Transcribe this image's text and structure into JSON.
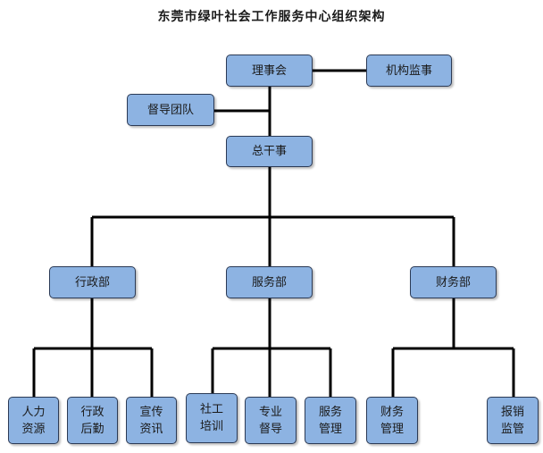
{
  "title": "东莞市绿叶社会工作服务中心组织架构",
  "nodes": {
    "board": "理事会",
    "supervisors": "机构监事",
    "supervision_team": "督导团队",
    "director": "总干事",
    "admin": "行政部",
    "service": "服务部",
    "finance": "财务部",
    "hr": [
      "人力",
      "资源"
    ],
    "logistics": [
      "行政",
      "后勤"
    ],
    "publicity": [
      "宣传",
      "资讯"
    ],
    "training": [
      "社工",
      "培训"
    ],
    "professional": [
      "专业",
      "督导"
    ],
    "service_mgmt": [
      "服务",
      "管理"
    ],
    "finance_mgmt": [
      "财务",
      "管理"
    ],
    "reimbursement": [
      "报销",
      "监管"
    ]
  },
  "colors": {
    "box": "#8db3e2",
    "border": "#2b3a55",
    "line": "#000000"
  }
}
